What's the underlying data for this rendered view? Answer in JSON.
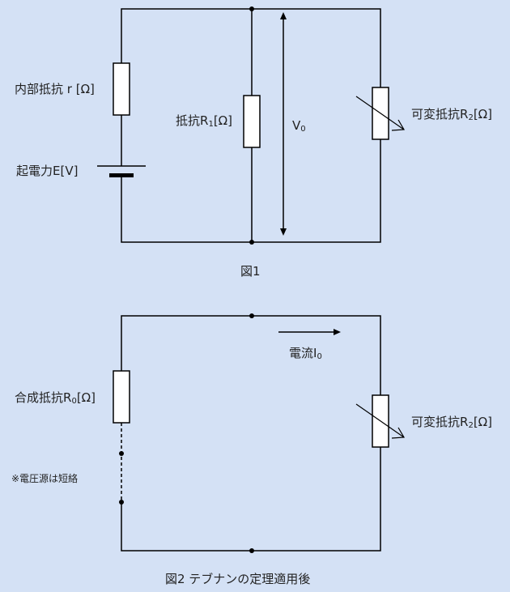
{
  "figure1": {
    "caption": "図1",
    "internal_resistance": {
      "name": "内部抵抗 r ",
      "unit": "[Ω]"
    },
    "emf": {
      "name": "起電力E",
      "unit": "[V]"
    },
    "r1": {
      "name": "抵抗R",
      "sub": "1",
      "unit": "[Ω]"
    },
    "v0": {
      "name": "V",
      "sub": "0"
    },
    "r2": {
      "name": "可変抵抗R",
      "sub": "2",
      "unit": "[Ω]"
    }
  },
  "figure2": {
    "caption": "図2 テブナンの定理適用後",
    "r0": {
      "name": "合成抵抗R",
      "sub": "0",
      "unit": "[Ω]"
    },
    "note": "※電圧源は短絡",
    "current": {
      "name": "電流I",
      "sub": "0"
    },
    "r2": {
      "name": "可変抵抗R",
      "sub": "2",
      "unit": "[Ω]"
    }
  },
  "colors": {
    "background": "#d4e1f5",
    "wire": "#000000",
    "resistor_fill": "#ffffff"
  }
}
